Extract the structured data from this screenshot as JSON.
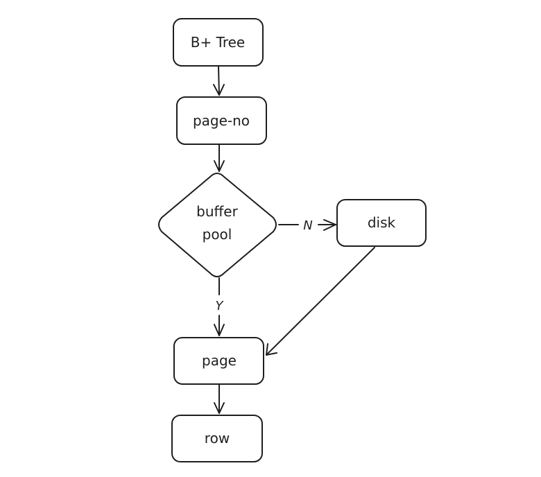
{
  "nodes": {
    "btree": "B+ Tree",
    "page_no": "page-no",
    "buffer_pool_line1": "buffer",
    "buffer_pool_line2": "pool",
    "disk": "disk",
    "page": "page",
    "row": "row"
  },
  "edges": {
    "no_label": "N",
    "yes_label": "Y"
  },
  "colors": {
    "stroke": "#1e1e1e",
    "background": "#ffffff"
  }
}
